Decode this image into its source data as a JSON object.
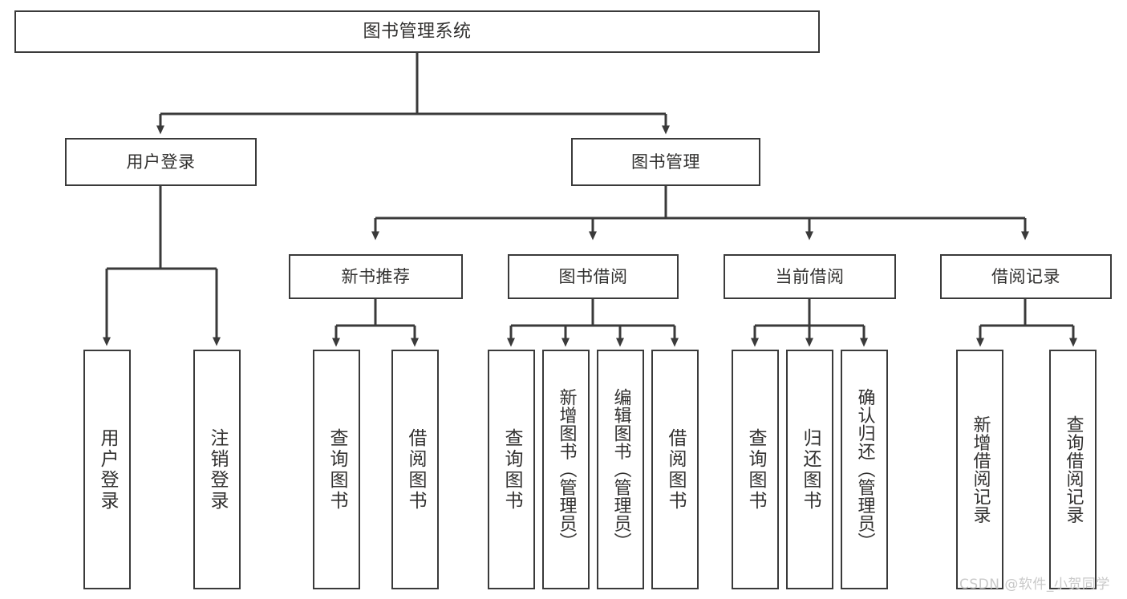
{
  "diagram": {
    "title": "图书管理系统",
    "type": "tree-hierarchy-chart",
    "orientation": "top-down",
    "line_color": "#3a3a3a",
    "box_fill": "#ffffff",
    "text_color": "#31302f"
  },
  "nodes": {
    "root": {
      "label": "图书管理系统",
      "level": 0
    },
    "level1": [
      {
        "id": "user-login",
        "label": "用户登录",
        "level": 1
      },
      {
        "id": "book-manage",
        "label": "图书管理",
        "level": 1
      }
    ],
    "level2": [
      {
        "id": "new-book-recommend",
        "label": "新书推荐",
        "level": 2,
        "parent": "book-manage"
      },
      {
        "id": "book-borrow",
        "label": "图书借阅",
        "level": 2,
        "parent": "book-manage"
      },
      {
        "id": "current-borrow",
        "label": "当前借阅",
        "level": 2,
        "parent": "book-manage"
      },
      {
        "id": "borrow-record",
        "label": "借阅记录",
        "level": 2,
        "parent": "book-manage"
      }
    ],
    "leaves": [
      {
        "id": "leaf-user-login",
        "label": "用户登录",
        "parent": "user-login"
      },
      {
        "id": "leaf-logout-login",
        "label": "注销登录",
        "parent": "user-login"
      },
      {
        "id": "leaf-query-book-rec",
        "label": "查询图书",
        "parent": "new-book-recommend"
      },
      {
        "id": "leaf-borrow-book-rec",
        "label": "借阅图书",
        "parent": "new-book-recommend"
      },
      {
        "id": "leaf-query-book-borrow",
        "label": "查询图书",
        "parent": "book-borrow"
      },
      {
        "id": "leaf-add-book",
        "label": "新增图书（管理员）",
        "parent": "book-borrow"
      },
      {
        "id": "leaf-edit-book",
        "label": "编辑图书（管理员）",
        "parent": "book-borrow"
      },
      {
        "id": "leaf-borrow-book",
        "label": "借阅图书",
        "parent": "book-borrow"
      },
      {
        "id": "leaf-query-book-cur",
        "label": "查询图书",
        "parent": "current-borrow"
      },
      {
        "id": "leaf-return-book",
        "label": "归还图书",
        "parent": "current-borrow"
      },
      {
        "id": "leaf-confirm-return",
        "label": "确认归还（管理员）",
        "parent": "current-borrow"
      },
      {
        "id": "leaf-add-record",
        "label": "新增借阅记录",
        "parent": "borrow-record"
      },
      {
        "id": "leaf-query-record",
        "label": "查询借阅记录",
        "parent": "borrow-record"
      }
    ]
  },
  "watermark": {
    "text": "CSDN @软件_小贺同学"
  }
}
